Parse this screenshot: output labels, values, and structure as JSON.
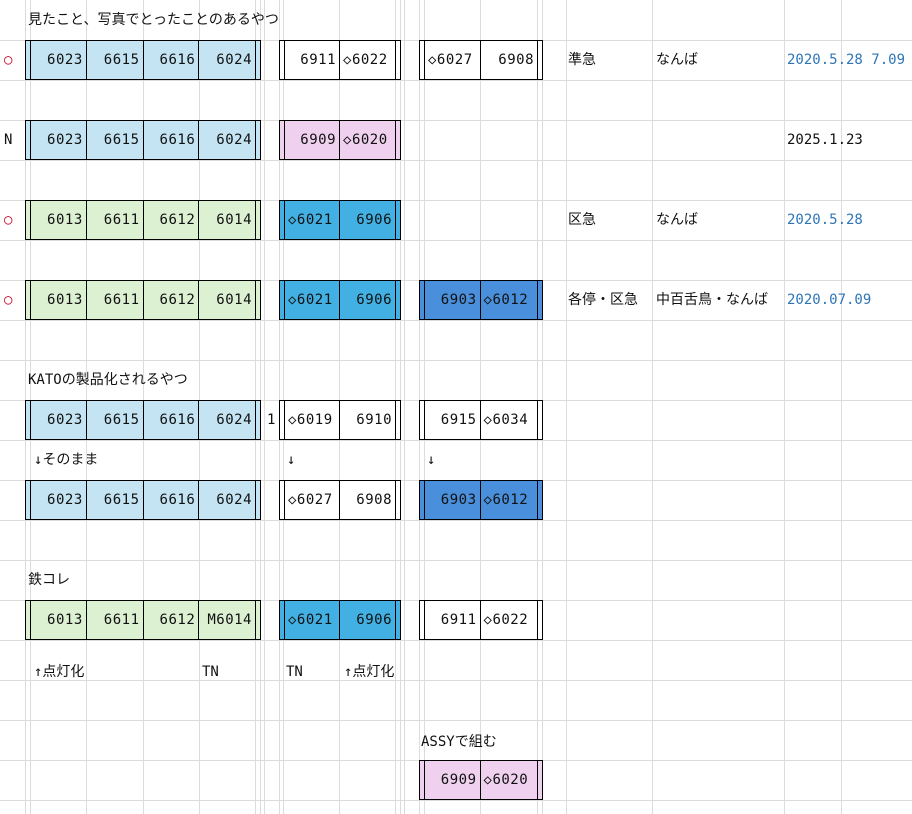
{
  "colors": {
    "light_blue": "#c4e4f4",
    "light_green": "#dcf0d2",
    "pink": "#efd0ee",
    "mid_blue": "#42b0e2",
    "dark_blue": "#4a8fdb",
    "white": "#ffffff",
    "date_blue": "#2e75b6",
    "mark_red": "#c8102e"
  },
  "sections": {
    "seen": "見たこと、写真でとったことのあるやつ",
    "kato": "KATOの製品化されるやつ",
    "tetsucolle": "鉄コレ"
  },
  "row_marks": [
    "○",
    "N",
    "○",
    "○"
  ],
  "notes": {
    "r1_type": "準急",
    "r1_dest": "なんば",
    "r1_date": "2020.5.28 7.09",
    "r2_date": "2025.1.23",
    "r3_type": "区急",
    "r3_dest": "なんば",
    "r3_date": "2020.5.28",
    "r4_type": "各停・区急",
    "r4_dest": "中百舌鳥・なんば",
    "r4_date": "2020.07.09",
    "kato_one": "1",
    "arrow_same": "↓そのまま",
    "arrow2": "↓",
    "arrow3": "↓",
    "light1": "↑点灯化",
    "tn1": "TN",
    "tn2": "TN",
    "light2": "↑点灯化",
    "assy": "ASSYで組む"
  },
  "trains": [
    {
      "row": 1,
      "slot": 0,
      "color": "light_blue",
      "cars": [
        "6023",
        "6615",
        "6616",
        "6024"
      ]
    },
    {
      "row": 1,
      "slot": 1,
      "color": "white",
      "cars": [
        "6911",
        "◇6022"
      ]
    },
    {
      "row": 1,
      "slot": 2,
      "color": "white",
      "cars": [
        "◇6027",
        "6908"
      ]
    },
    {
      "row": 3,
      "slot": 0,
      "color": "light_blue",
      "cars": [
        "6023",
        "6615",
        "6616",
        "6024"
      ]
    },
    {
      "row": 3,
      "slot": 1,
      "color": "pink",
      "cars": [
        "6909",
        "◇6020"
      ]
    },
    {
      "row": 5,
      "slot": 0,
      "color": "light_green",
      "cars": [
        "6013",
        "6611",
        "6612",
        "6014"
      ]
    },
    {
      "row": 5,
      "slot": 1,
      "color": "mid_blue",
      "cars": [
        "◇6021",
        "6906"
      ]
    },
    {
      "row": 7,
      "slot": 0,
      "color": "light_green",
      "cars": [
        "6013",
        "6611",
        "6612",
        "6014"
      ]
    },
    {
      "row": 7,
      "slot": 1,
      "color": "mid_blue",
      "cars": [
        "◇6021",
        "6906"
      ]
    },
    {
      "row": 7,
      "slot": 2,
      "color": "dark_blue",
      "cars": [
        "6903",
        "◇6012"
      ]
    },
    {
      "row": 10,
      "slot": 0,
      "color": "light_blue",
      "cars": [
        "6023",
        "6615",
        "6616",
        "6024"
      ]
    },
    {
      "row": 10,
      "slot": 1,
      "color": "white",
      "cars": [
        "◇6019",
        "6910"
      ]
    },
    {
      "row": 10,
      "slot": 2,
      "color": "white",
      "cars": [
        "6915",
        "◇6034"
      ]
    },
    {
      "row": 12,
      "slot": 0,
      "color": "light_blue",
      "cars": [
        "6023",
        "6615",
        "6616",
        "6024"
      ]
    },
    {
      "row": 12,
      "slot": 1,
      "color": "white",
      "cars": [
        "◇6027",
        "6908"
      ]
    },
    {
      "row": 12,
      "slot": 2,
      "color": "dark_blue",
      "cars": [
        "6903",
        "◇6012"
      ]
    },
    {
      "row": 15,
      "slot": 0,
      "color": "light_green",
      "cars": [
        "6013",
        "6611",
        "6612",
        "M6014"
      ]
    },
    {
      "row": 15,
      "slot": 1,
      "color": "mid_blue",
      "cars": [
        "◇6021",
        "6906"
      ]
    },
    {
      "row": 15,
      "slot": 2,
      "color": "white",
      "cars": [
        "6911",
        "◇6022"
      ]
    },
    {
      "row": 19,
      "slot": 2,
      "color": "pink",
      "cars": [
        "6909",
        "◇6020"
      ]
    }
  ]
}
